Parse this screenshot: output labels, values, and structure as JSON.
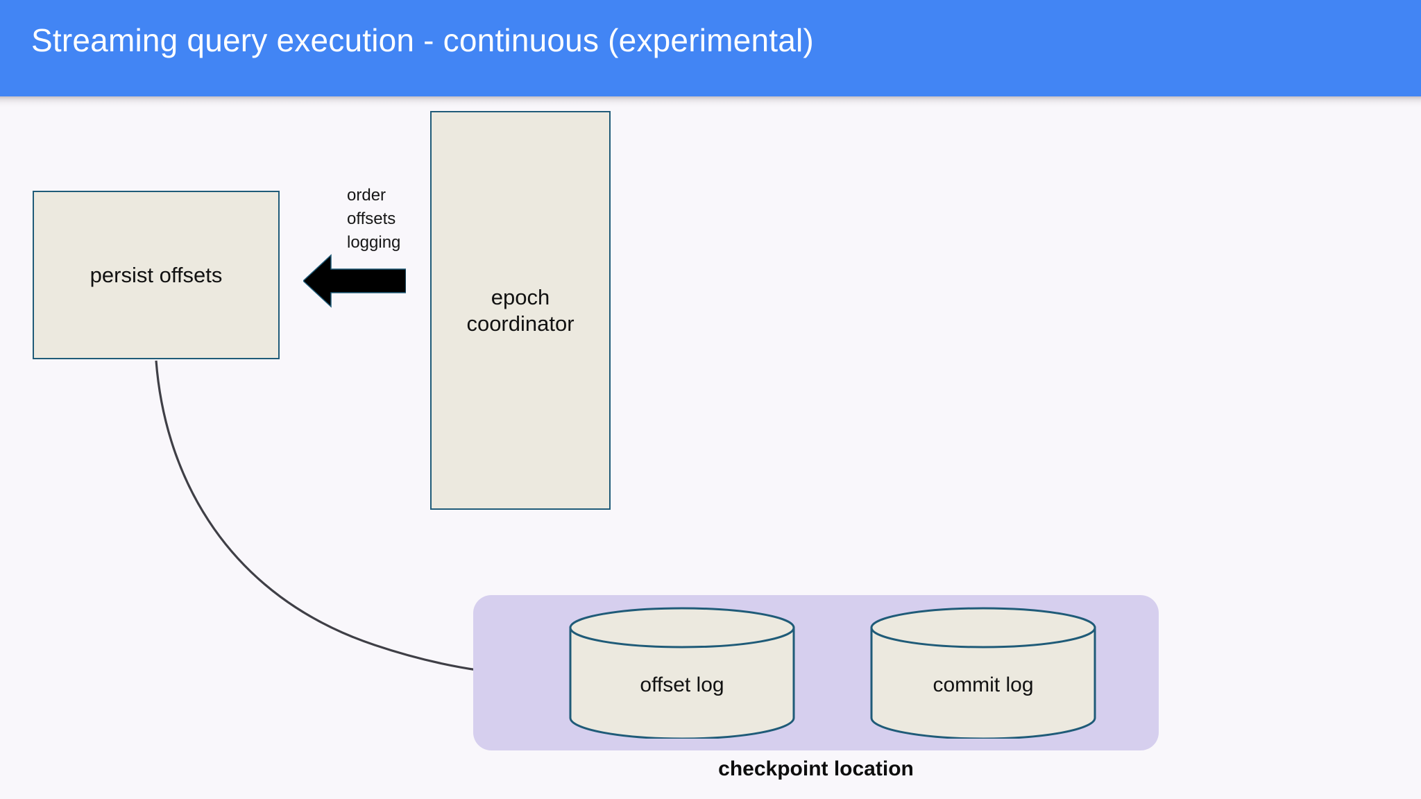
{
  "header": {
    "title": "Streaming query execution - continuous (experimental)",
    "background_color": "#4285f4",
    "text_color": "#ffffff"
  },
  "canvas": {
    "background_color": "#f9f7fb"
  },
  "nodes": {
    "persist_offsets": {
      "label": "persist offsets",
      "fill_color": "#ece9df",
      "border_color": "#1f5b78"
    },
    "epoch_coordinator": {
      "label": "epoch\ncoordinator",
      "fill_color": "#ece9df",
      "border_color": "#1f5b78"
    },
    "offset_log": {
      "label": "offset log",
      "fill_color": "#ece9df",
      "border_color": "#1f5b78"
    },
    "commit_log": {
      "label": "commit log",
      "fill_color": "#ece9df",
      "border_color": "#1f5b78"
    }
  },
  "groups": {
    "checkpoint_location": {
      "caption": "checkpoint location",
      "fill_color": "#d6cfee"
    }
  },
  "edges": {
    "coordinator_to_persist": {
      "label": "order\noffsets\nlogging",
      "style": "block-arrow",
      "color": "#000000",
      "from": "epoch coordinator",
      "to": "persist offsets"
    },
    "persist_to_offset_log": {
      "label": "",
      "style": "curved-arrow",
      "color": "#3f3f46",
      "from": "persist offsets",
      "to": "offset log"
    }
  }
}
